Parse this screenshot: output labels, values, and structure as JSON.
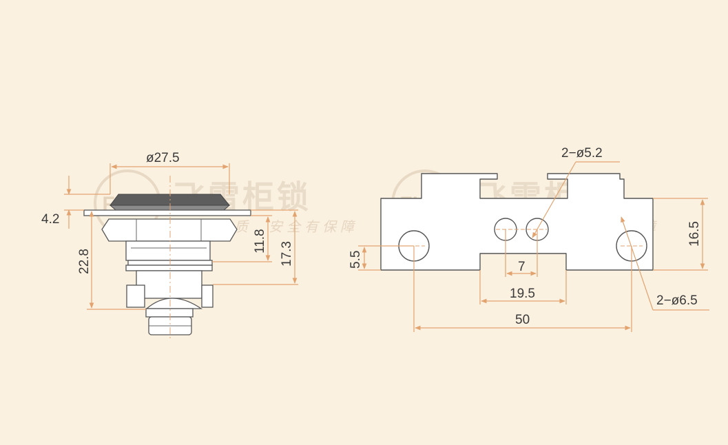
{
  "watermark": {
    "brand_cn": "飞雷柜锁",
    "logo_text": "FLFL",
    "slogan_left": "金牌品质",
    "slogan_right": "安全有保障"
  },
  "colors": {
    "background": "#fbf1e1",
    "dimension_line": "#e2a36f",
    "outline": "#555555",
    "cam_head": "#5d5d5d",
    "text": "#3a3a3a"
  },
  "lock_view": {
    "diameter_label": "ø27.5",
    "flange_thickness": "4.2",
    "total_height": "22.8",
    "nut_height": "11.8",
    "body_height": "17.3"
  },
  "plate_view": {
    "small_holes_label": "2−ø5.2",
    "large_holes_label": "2−ø6.5",
    "plate_height": "16.5",
    "hole_offset": "5.5",
    "small_spacing": "7",
    "small_span": "19.5",
    "large_span": "50"
  }
}
